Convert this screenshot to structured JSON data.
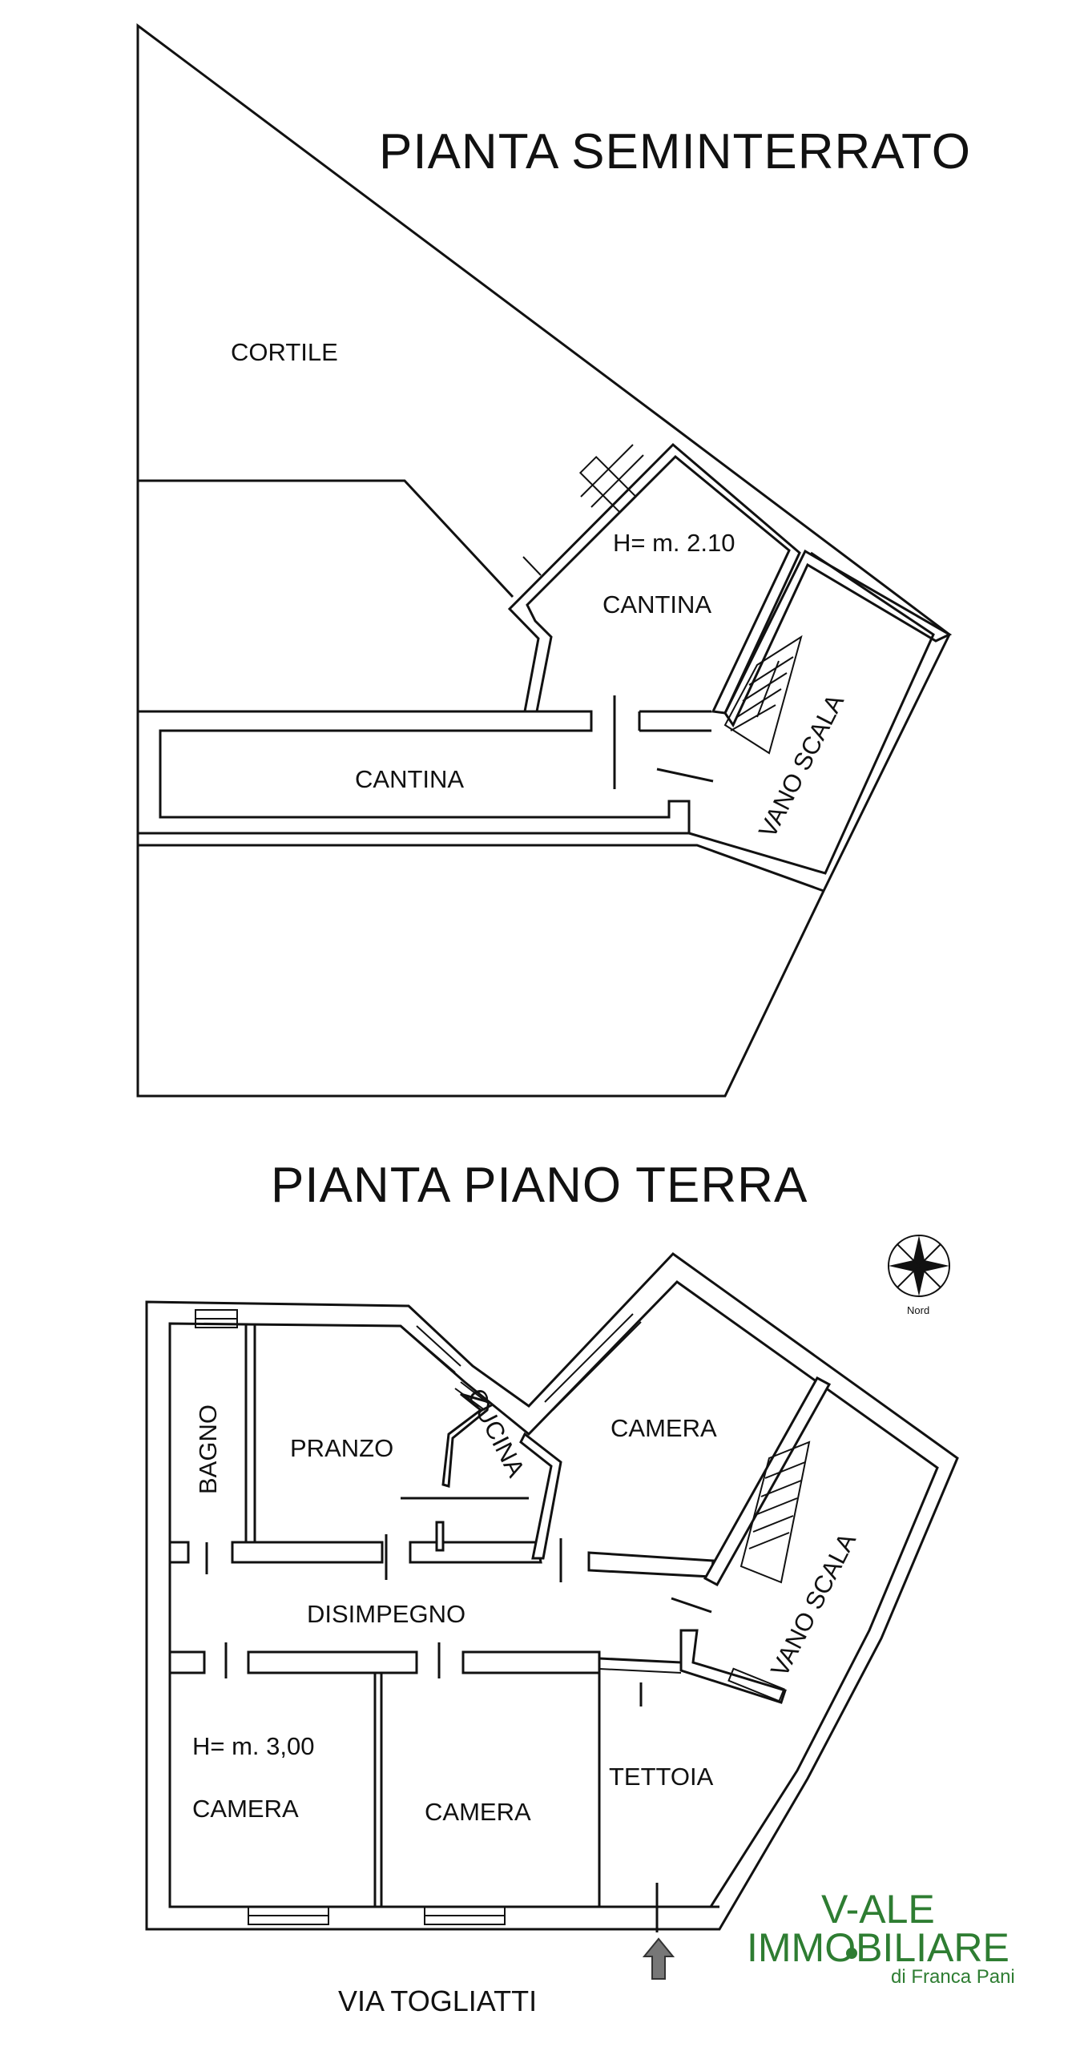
{
  "basement": {
    "title": "PIANTA SEMINTERRATO",
    "labels": {
      "cortile": "CORTILE",
      "height": "H= m. 2.10",
      "cantina_upper": "CANTINA",
      "cantina_lower": "CANTINA",
      "vano_scala": "VANO SCALA"
    }
  },
  "ground": {
    "title": "PIANTA PIANO TERRA",
    "labels": {
      "bagno": "BAGNO",
      "pranzo": "PRANZO",
      "cucina": "CUCINA",
      "camera_ne": "CAMERA",
      "disimpegno": "DISIMPEGNO",
      "vano_scala": "VANO SCALA",
      "height": "H= m. 3,00",
      "camera_sw": "CAMERA",
      "camera_s": "CAMERA",
      "tettoia": "TETTOIA"
    },
    "compass_label": "Nord",
    "street": "VIA TOGLIATTI"
  },
  "logo": {
    "line1": "V-ALE",
    "line2": "IMMOBILIARE",
    "line3": "di Franca Pani",
    "color": "#2e7d32"
  }
}
